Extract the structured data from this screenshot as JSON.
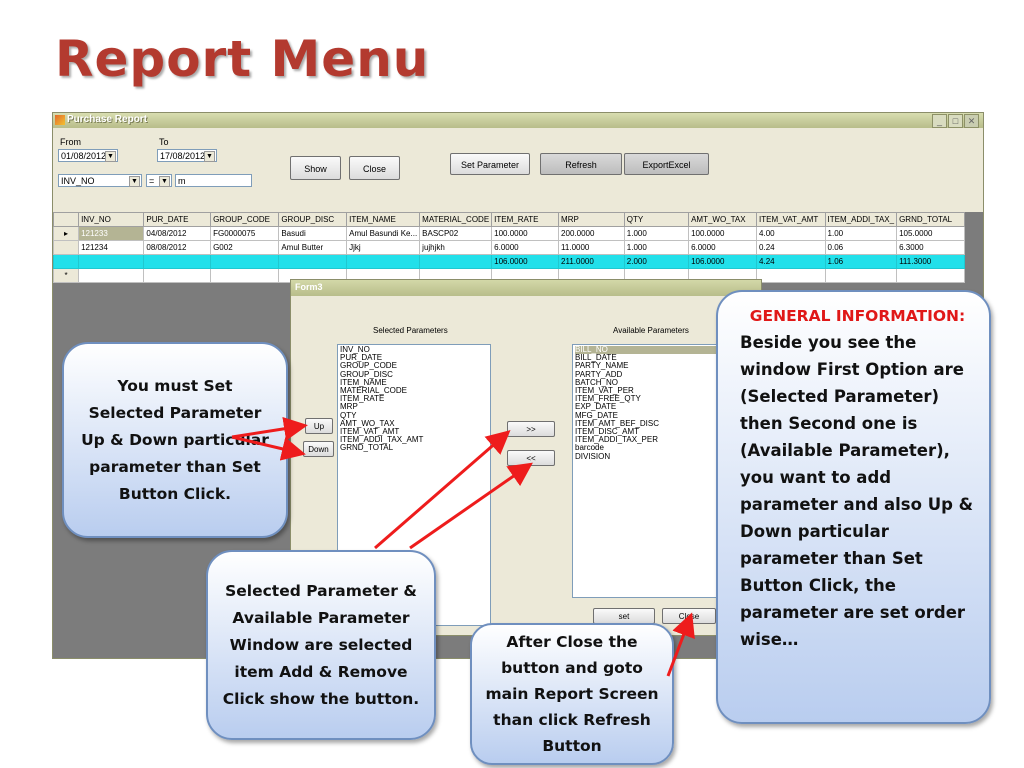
{
  "slide": {
    "title": "Report Menu"
  },
  "window": {
    "title": "Purchase Report",
    "from_label": "From",
    "to_label": "To",
    "from_date": "01/08/2012",
    "to_date": "17/08/2012",
    "field_value": "INV_NO",
    "operator_value": "=",
    "filter_value": "m",
    "buttons": {
      "show": "Show",
      "close": "Close",
      "set_parameter": "Set Parameter",
      "refresh": "Refresh",
      "export_excel": "ExportExcel"
    }
  },
  "grid": {
    "columns": [
      "INV_NO",
      "PUR_DATE",
      "GROUP_CODE",
      "GROUP_DISC",
      "ITEM_NAME",
      "MATERIAL_CODE",
      "ITEM_RATE",
      "MRP",
      "QTY",
      "AMT_WO_TAX",
      "ITEM_VAT_AMT",
      "ITEM_ADDI_TAX_",
      "GRND_TOTAL"
    ],
    "rows": [
      [
        "121233",
        "04/08/2012",
        "FG0000075",
        "Basudi",
        "Amul Basundi Ke...",
        "BASCP02",
        "100.0000",
        "200.0000",
        "1.000",
        "100.0000",
        "4.00",
        "1.00",
        "105.0000"
      ],
      [
        "121234",
        "08/08/2012",
        "G002",
        "Amul Butter",
        "Jjkj",
        "jujhjkh",
        "6.0000",
        "11.0000",
        "1.000",
        "6.0000",
        "0.24",
        "0.06",
        "6.3000"
      ]
    ],
    "summary": [
      "",
      "",
      "",
      "",
      "",
      "",
      "106.0000",
      "211.0000",
      "2.000",
      "106.0000",
      "4.24",
      "1.06",
      "111.3000"
    ],
    "current_marker": "▸",
    "new_marker": "*"
  },
  "form3": {
    "title": "Form3",
    "selected_label": "Selected Parameters",
    "available_label": "Available Parameters",
    "selected": [
      "INV_NO",
      "PUR_DATE",
      "GROUP_CODE",
      "GROUP_DISC",
      "ITEM_NAME",
      "MATERIAL_CODE",
      "ITEM_RATE",
      "MRP",
      "QTY",
      "AMT_WO_TAX",
      "ITEM_VAT_AMT",
      "ITEM_ADDI_TAX_AMT",
      "GRND_TOTAL"
    ],
    "available": [
      "BILL_NO",
      "BILL_DATE",
      "PARTY_NAME",
      "PARTY_ADD",
      "BATCH_NO",
      "ITEM_VAT_PER",
      "ITEM_FREE_QTY",
      "EXP_DATE",
      "MFG_DATE",
      "ITEM_AMT_BEF_DISC",
      "ITEM_DISC_AMT",
      "ITEM_ADDI_TAX_PER",
      "barcode",
      "DIVISION"
    ],
    "up": "Up",
    "down": "Down",
    "add": ">>",
    "remove": "<<",
    "set": "set",
    "close": "Close"
  },
  "callouts": {
    "left": "You must Set Selected Parameter Up & Down particular parameter  than Set Button Click.",
    "middle": "Selected Parameter & Available Parameter Window are selected item Add & Remove Click show the button.",
    "bottom": "After Close the button and goto main Report Screen than click Refresh Button",
    "general_heading": "GENERAL INFORMATION:",
    "general_body": "Beside you see the window First Option are (Selected Parameter) then Second one is (Available Parameter), you want to add parameter and also Up & Down particular parameter  than Set Button Click, the parameter are set order wise…"
  },
  "colors": {
    "title": "#b33a2f",
    "arrow": "#ee1c1c",
    "highlight_row": "#22e0ea",
    "general_heading": "#e01818"
  }
}
